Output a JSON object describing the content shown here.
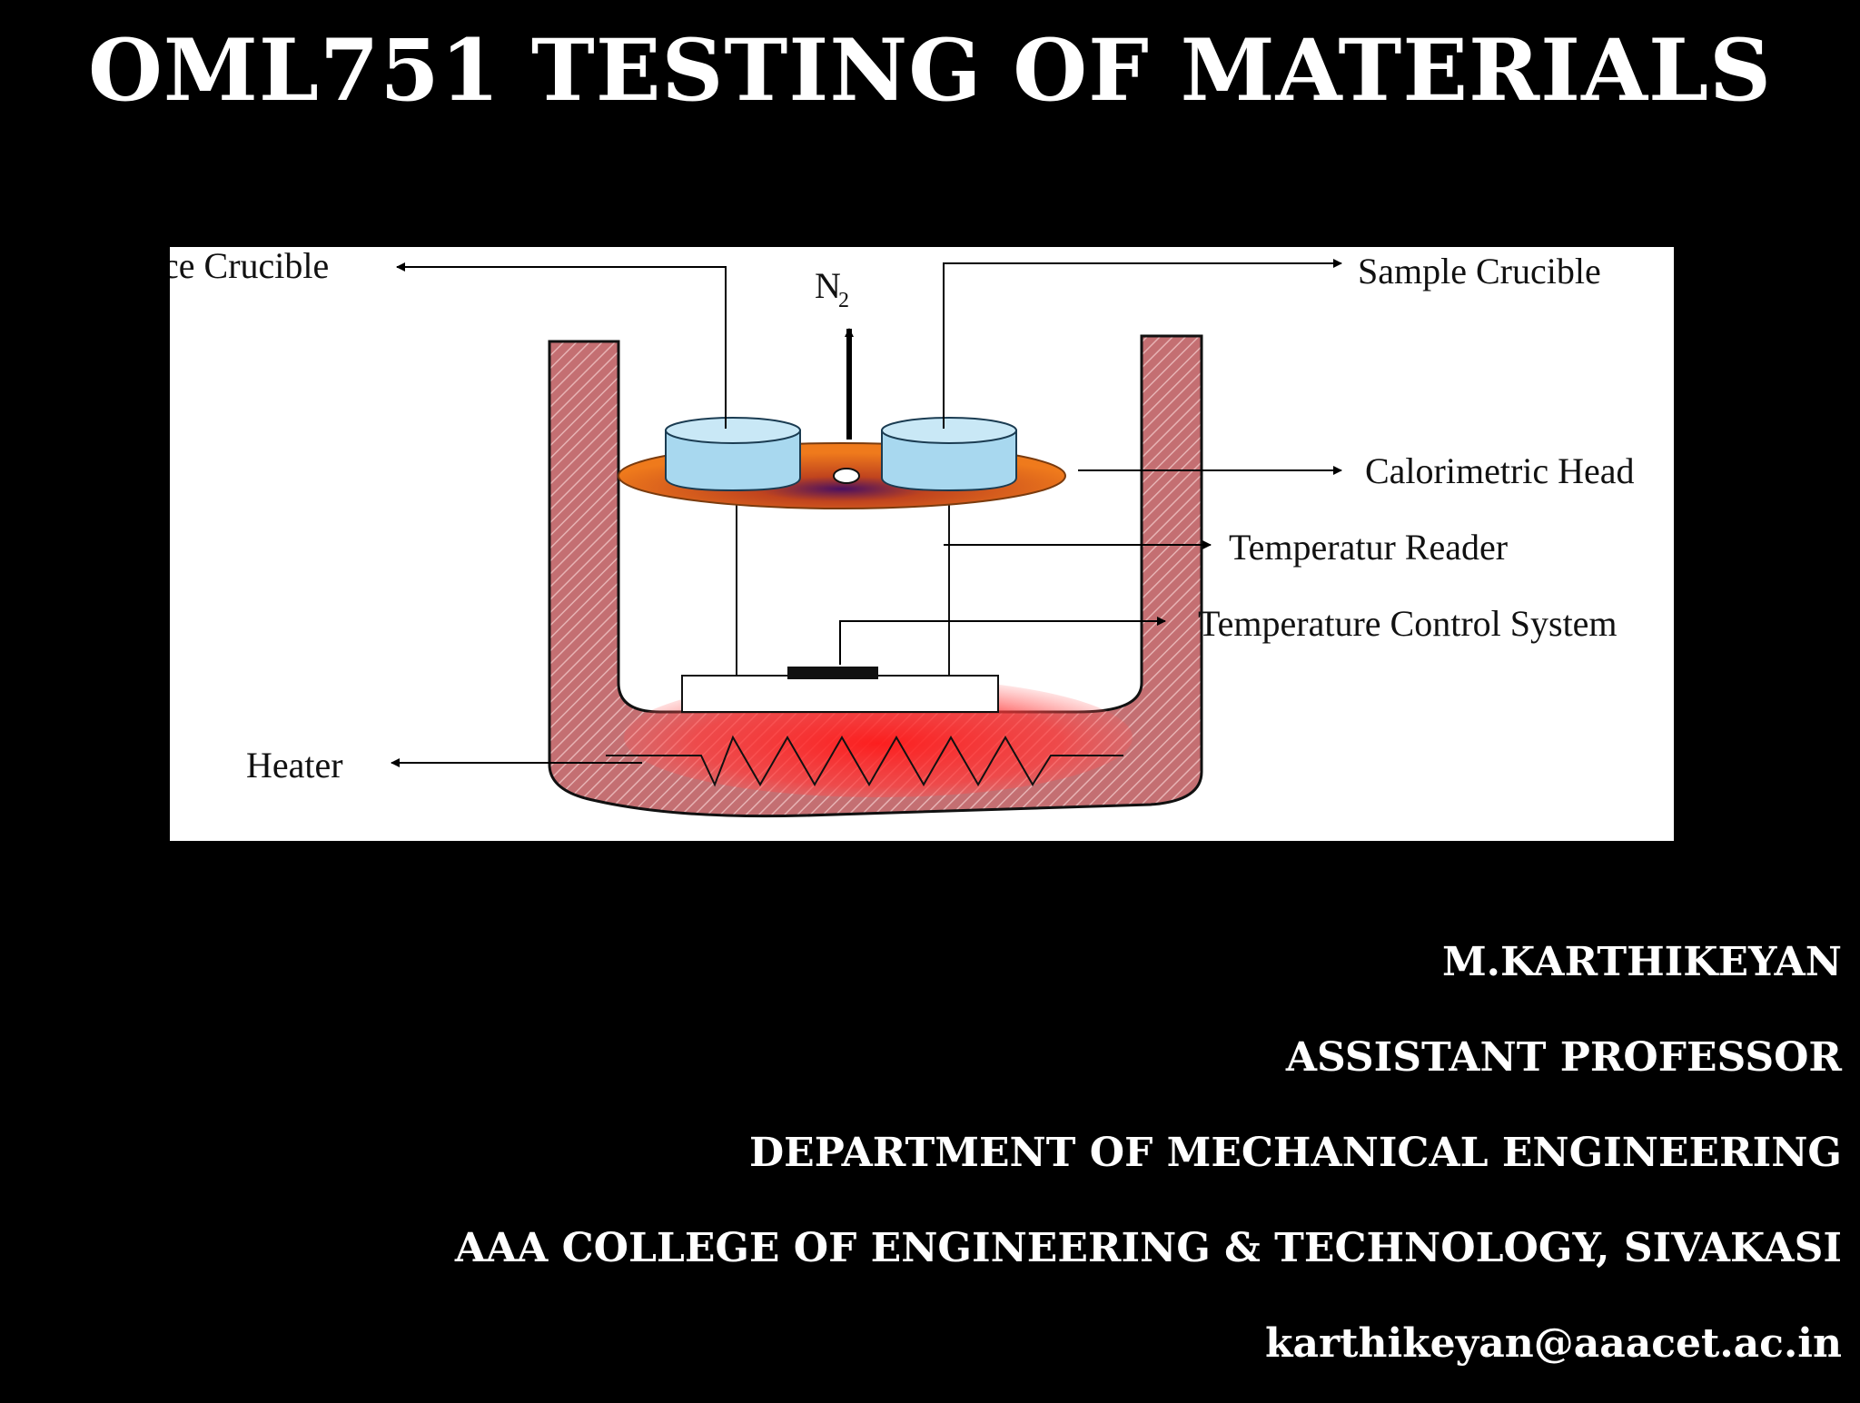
{
  "slide": {
    "title": "OML751 TESTING OF MATERIALS"
  },
  "diagram": {
    "labels": {
      "reference_crucible": "ce Crucible",
      "gas": "N",
      "gas_subscript": "2",
      "sample_crucible": "Sample Crucible",
      "calorimetric_head": "Calorimetric Head",
      "temperature_reader": "Temperatur Reader",
      "temperature_control": "Temperature Control System",
      "heater": "Heater"
    },
    "colors": {
      "furnace_wall": "#c46f72",
      "heater_glow": "#ff2020",
      "calorimetric_head": "#e8731c",
      "crucible": "#a8d8ef"
    }
  },
  "credits": {
    "name": "M.KARTHIKEYAN",
    "designation": "ASSISTANT PROFESSOR",
    "department": "DEPARTMENT OF MECHANICAL ENGINEERING",
    "college": "AAA COLLEGE OF ENGINEERING & TECHNOLOGY, SIVAKASI",
    "email": "karthikeyan@aaacet.ac.in"
  }
}
